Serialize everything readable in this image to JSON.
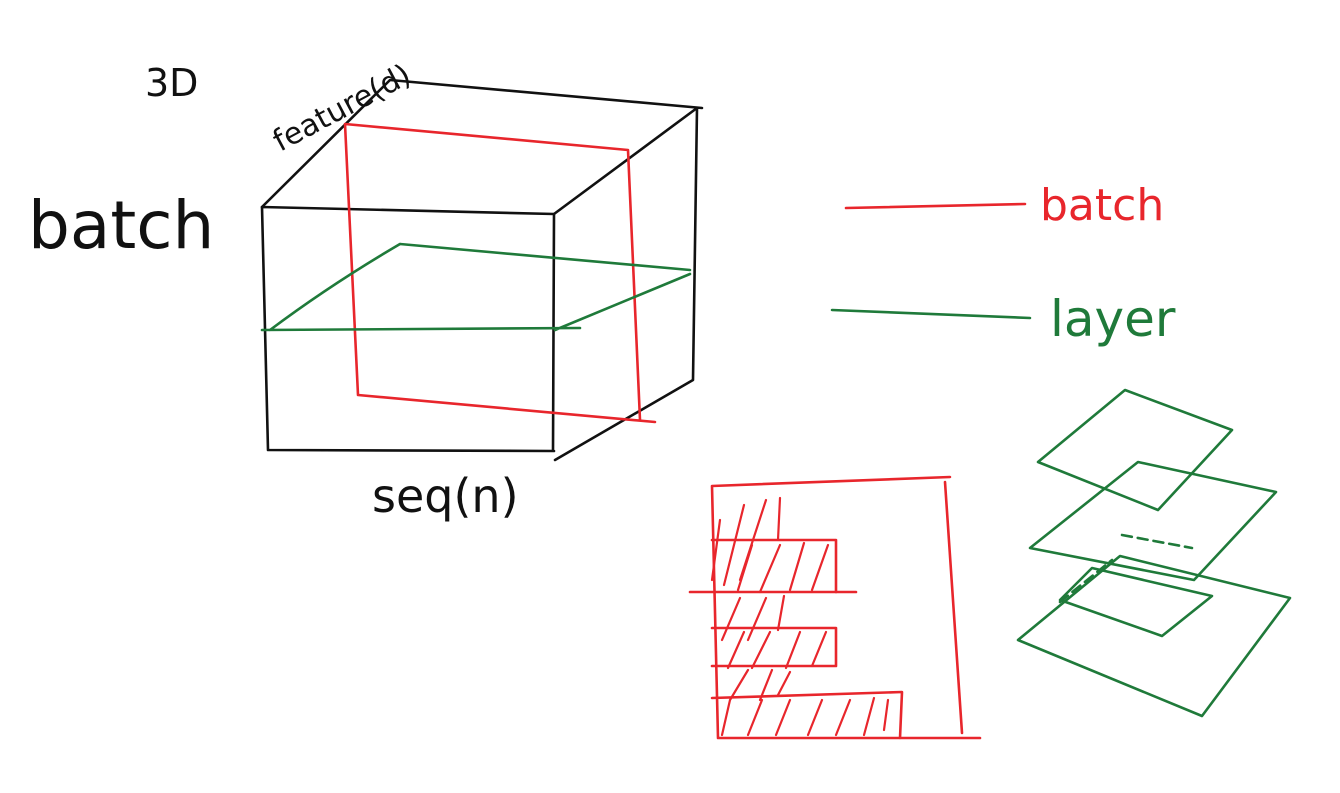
{
  "labels": {
    "dim": "3D",
    "axis_batch": "batch",
    "axis_feature": "feature(d)",
    "axis_seq": "seq(n)",
    "legend_batch": "batch",
    "legend_layer": "layer"
  },
  "colors": {
    "ink": "#111111",
    "batch_norm": "#e8262c",
    "layer_norm": "#1f7a3a",
    "background": "#ffffff"
  }
}
